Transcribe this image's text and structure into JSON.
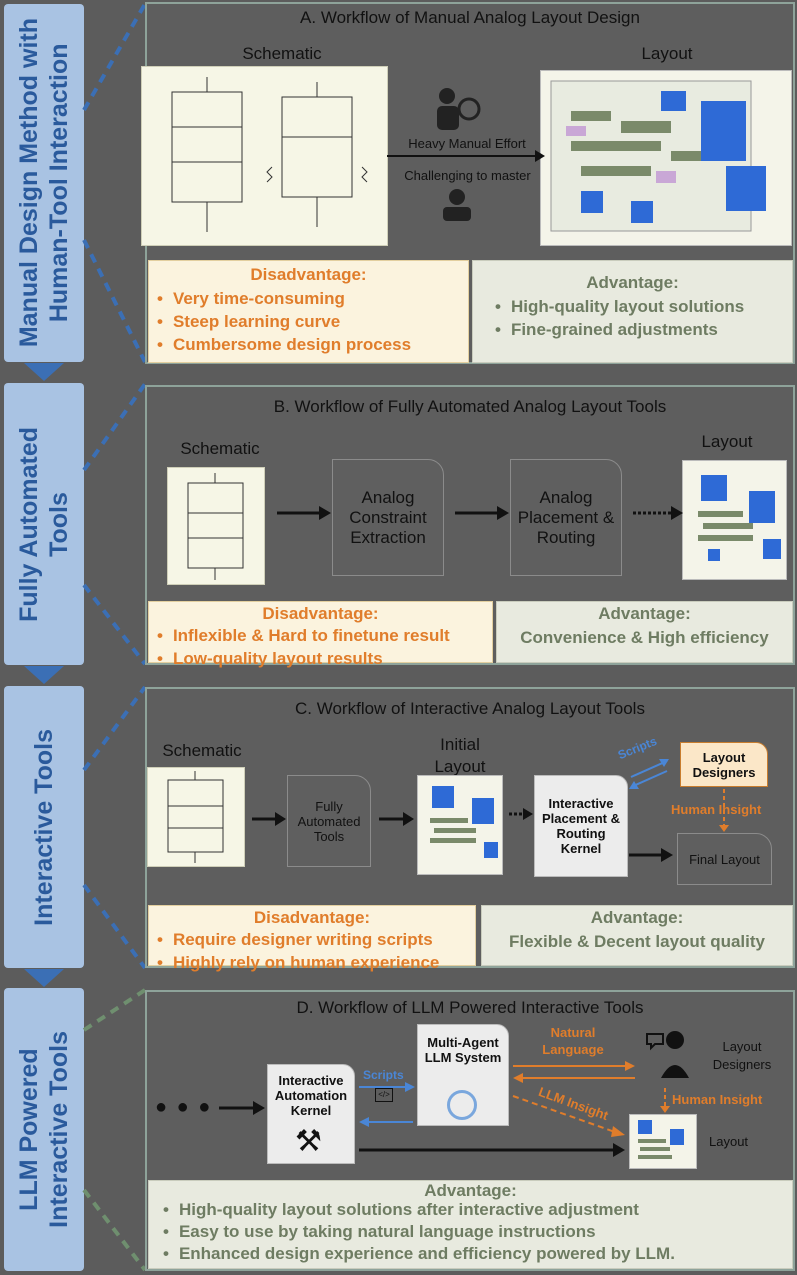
{
  "side": {
    "tab1": [
      "Manual Design Method with",
      "Human-Tool Interaction"
    ],
    "tab2": [
      "Fully Automated",
      "Tools"
    ],
    "tab3": [
      "Interactive Tools"
    ],
    "tab4": [
      "LLM Powered",
      "Interactive Tools"
    ]
  },
  "sectionA": {
    "title": "A. Workflow of Manual Analog Layout Design",
    "schematic_label": "Schematic",
    "layout_label": "Layout",
    "effort1": "Heavy Manual Effort",
    "effort2": "Challenging to master",
    "dis_title": "Disadvantage:",
    "dis_items": [
      "Very time-consuming",
      "Steep learning curve",
      "Cumbersome design process"
    ],
    "adv_title": "Advantage:",
    "adv_items": [
      "High-quality layout solutions",
      "Fine-grained adjustments"
    ]
  },
  "sectionB": {
    "title": "B. Workflow of Fully Automated Analog Layout Tools",
    "schematic_label": "Schematic",
    "layout_label": "Layout",
    "step1": "Analog Constraint Extraction",
    "step2": "Analog Placement & Routing",
    "dis_title": "Disadvantage:",
    "dis_items": [
      "Inflexible & Hard to finetune result",
      "Low-quality layout results"
    ],
    "adv_title": "Advantage:",
    "adv_text": "Convenience & High efficiency"
  },
  "sectionC": {
    "title": "C. Workflow of Interactive Analog Layout Tools",
    "schematic_label": "Schematic",
    "initial_layout_label": "Initial Layout",
    "step1": "Fully Automated Tools",
    "kernel": "Interactive Placement & Routing Kernel",
    "designers": "Layout Designers",
    "scripts": "Scripts",
    "insight": "Human Insight",
    "final": "Final Layout",
    "dis_title": "Disadvantage:",
    "dis_items": [
      "Require designer writing scripts",
      "Highly rely on human experience"
    ],
    "adv_title": "Advantage:",
    "adv_text": "Flexible & Decent layout quality"
  },
  "sectionD": {
    "title": "D. Workflow of LLM Powered Interactive Tools",
    "dots": "● ● ●",
    "kernel": "Interactive Automation Kernel",
    "scripts": "Scripts",
    "llm": "Multi-Agent LLM System",
    "natural": "Natural Language",
    "designers": "Layout Designers",
    "insight": "Human Insight",
    "llm_insight": "LLM Insight",
    "layout": "Layout",
    "adv_title": "Advantage:",
    "adv_items": [
      "High-quality layout solutions after interactive adjustment",
      "Easy to use by taking natural language instructions",
      "Enhanced design experience and efficiency powered by LLM."
    ]
  },
  "colors": {
    "side_tab": "#a9c3e3",
    "side_text": "#2a5a9c",
    "disadvantage": "#e07d2b",
    "advantage": "#6e7c62",
    "accent_blue": "#4a86d6"
  }
}
